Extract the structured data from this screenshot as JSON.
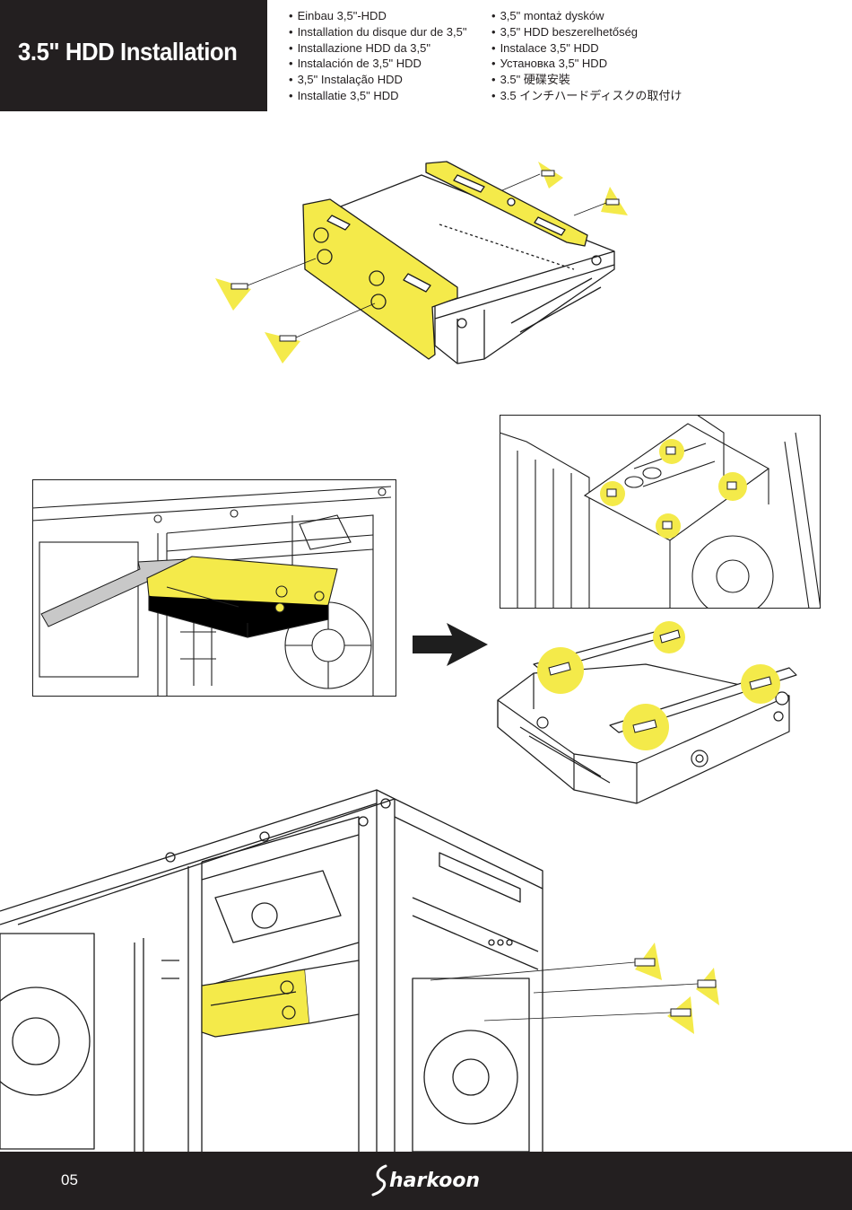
{
  "header": {
    "title": "3.5\" HDD Installation",
    "languages_col1": [
      "Einbau 3,5\"-HDD",
      "Installation du disque dur de 3,5\"",
      "Installazione HDD da 3,5\"",
      "Instalación de 3,5\" HDD",
      "3,5\" Instalação HDD",
      "Installatie 3,5\" HDD"
    ],
    "languages_col2": [
      "3,5\" montaż dysków",
      "3,5\" HDD beszerelhetőség",
      "Instalace 3,5\" HDD",
      "Установка 3,5\" HDD",
      "3.5\" 硬碟安裝",
      "3.5 インチハードディスクの取付け"
    ]
  },
  "footer": {
    "page_number": "05",
    "brand": "harkoon"
  },
  "colors": {
    "highlight": "#f4ea4a",
    "dark": "#231f20",
    "line": "#1e1e1e"
  }
}
